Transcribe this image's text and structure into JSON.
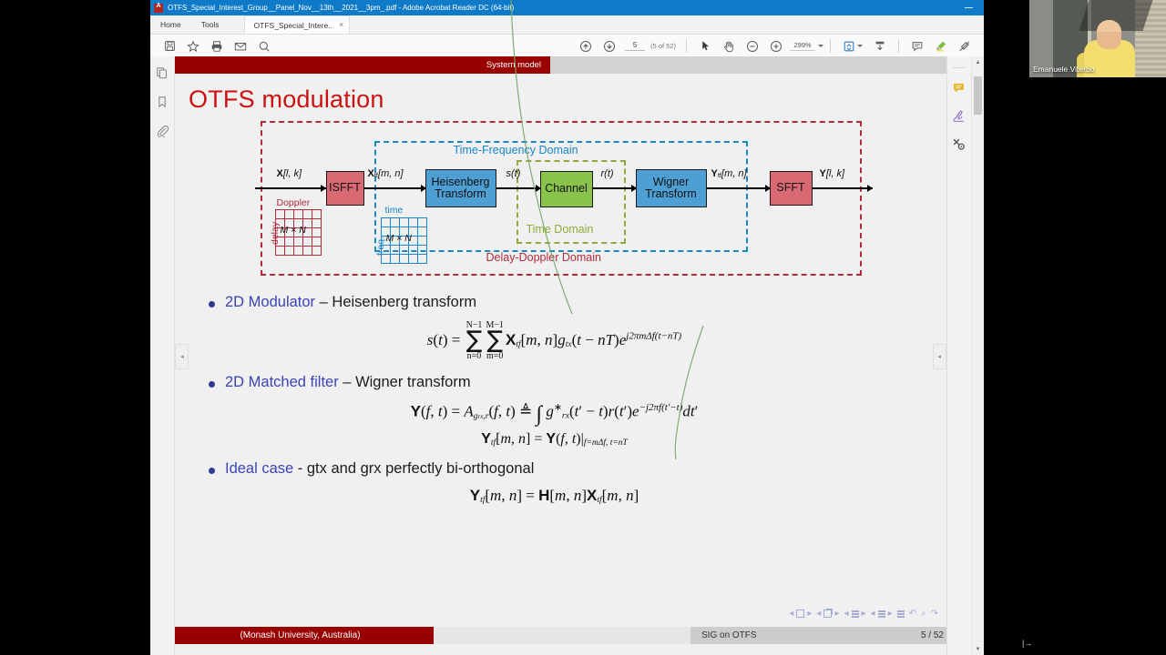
{
  "window": {
    "title": "OTFS_Special_Interest_Group__Panel_Nov__13th__2021__3pm_.pdf - Adobe Acrobat Reader DC (64-bit)",
    "app_icon": "acrobat-icon",
    "minimize_label": "Minimize"
  },
  "menu": {
    "home": "Home",
    "tools": "Tools",
    "doc_tab": "OTFS_Special_Intere..",
    "tab_close": "×"
  },
  "toolbar": {
    "icons": [
      {
        "name": "save-icon",
        "title": "Save"
      },
      {
        "name": "star-icon",
        "title": "Add to favorites"
      },
      {
        "name": "print-icon",
        "title": "Print"
      },
      {
        "name": "email-icon",
        "title": "Email"
      },
      {
        "name": "search-icon",
        "title": "Find"
      }
    ],
    "prev_page_label": "Previous page",
    "next_page_label": "Next page",
    "page_value": "5",
    "page_of": "(5 of 52)",
    "select_tool": "select-cursor-icon",
    "hand_tool": "hand-icon",
    "zoom_out": "zoom-out-icon",
    "zoom_in": "zoom-in-icon",
    "zoom_value": "299%",
    "fit_icon": "fit-page-icon",
    "scroll_icon": "scroll-mode-icon",
    "comment_icon": "comment-icon",
    "highlight_icon": "highlighter-icon",
    "draw_icon": "draw-strikeout-icon"
  },
  "left_rail": [
    {
      "name": "page-thumbnails-icon",
      "title": "Page Thumbnails"
    },
    {
      "name": "bookmark-icon",
      "title": "Bookmarks"
    },
    {
      "name": "attachment-icon",
      "title": "Attachments"
    }
  ],
  "right_rail": [
    {
      "name": "comment-icon",
      "title": "Comment"
    },
    {
      "name": "fill-and-sign-icon",
      "title": "Fill & Sign"
    },
    {
      "name": "more-tools-icon",
      "title": "More Tools"
    }
  ],
  "nav": {
    "collapse_left": "◂",
    "collapse_right": "◂"
  },
  "slide": {
    "section_header": "System model",
    "title": "OTFS modulation",
    "footer_left": "(Monash University, Australia)",
    "footer_center": "SIG on OTFS",
    "footer_page": "5 / 52"
  },
  "diagram": {
    "domains": {
      "delay_doppler": "Delay-Doppler Domain",
      "time_frequency": "Time-Frequency Domain",
      "time": "Time Domain"
    },
    "blocks": [
      {
        "id": "isfft",
        "label": "ISFFT",
        "color": "#d96a74"
      },
      {
        "id": "heisenberg",
        "label_line1": "Heisenberg",
        "label_line2": "Transform",
        "color": "#4d9fd4"
      },
      {
        "id": "channel",
        "label": "Channel",
        "color": "#89c34a"
      },
      {
        "id": "wigner",
        "label_line1": "Wigner",
        "label_line2": "Transform",
        "color": "#4d9fd4"
      },
      {
        "id": "sfft",
        "label": "SFFT",
        "color": "#d96a74"
      }
    ],
    "signals": {
      "input": "X[l, k]",
      "after_isfft": "Xtf[m, n]",
      "tx": "s(t)",
      "rx": "r(t)",
      "before_sfft": "Ytf[m, n]",
      "output": "Y[l, k]"
    },
    "grids": [
      {
        "id": "delay-doppler-grid",
        "axis_x": "Doppler",
        "axis_y": "delay",
        "size": "M × N",
        "color": "#b02a3a",
        "rows": 5,
        "cols": 5
      },
      {
        "id": "time-frequency-grid",
        "axis_x": "time",
        "axis_y": "freq.",
        "size": "M × N",
        "color": "#1a86c8",
        "rows": 5,
        "cols": 5
      }
    ]
  },
  "bullets": [
    {
      "keyword": "2D Modulator",
      "rest": " – Heisenberg transform",
      "equation_id": "eq-heisenberg"
    },
    {
      "keyword": "2D Matched filter",
      "rest": " – Wigner transform",
      "equation_id": "eq-wigner"
    },
    {
      "keyword": "Ideal case",
      "rest": " - gtx and grx perfectly bi-orthogonal",
      "equation_id": "eq-ideal"
    }
  ],
  "equations": {
    "heisenberg": {
      "lhs": "s(t) =",
      "sum1_top": "N−1",
      "sum1_bottom": "n=0",
      "sum2_top": "M−1",
      "sum2_bottom": "m=0",
      "rhs": "Xtf[m, n]gtx(t − nT)e^{j2πmΔf(t−nT)}"
    },
    "wigner_line1": "Y(f, t) = A_{grx,r}(f, t) ≜ ∫ g*rx(t′ − t)r(t′)e^{−j2πf(t′−t)} dt′",
    "wigner_line2": "Ytf[m, n] = Y(f, t)|_{f=mΔf, t=nT}",
    "ideal": "Ytf[m, n] = H[m, n]Xtf[m, n]"
  },
  "webcam": {
    "participant_name": "Emanuele Viterbo"
  }
}
